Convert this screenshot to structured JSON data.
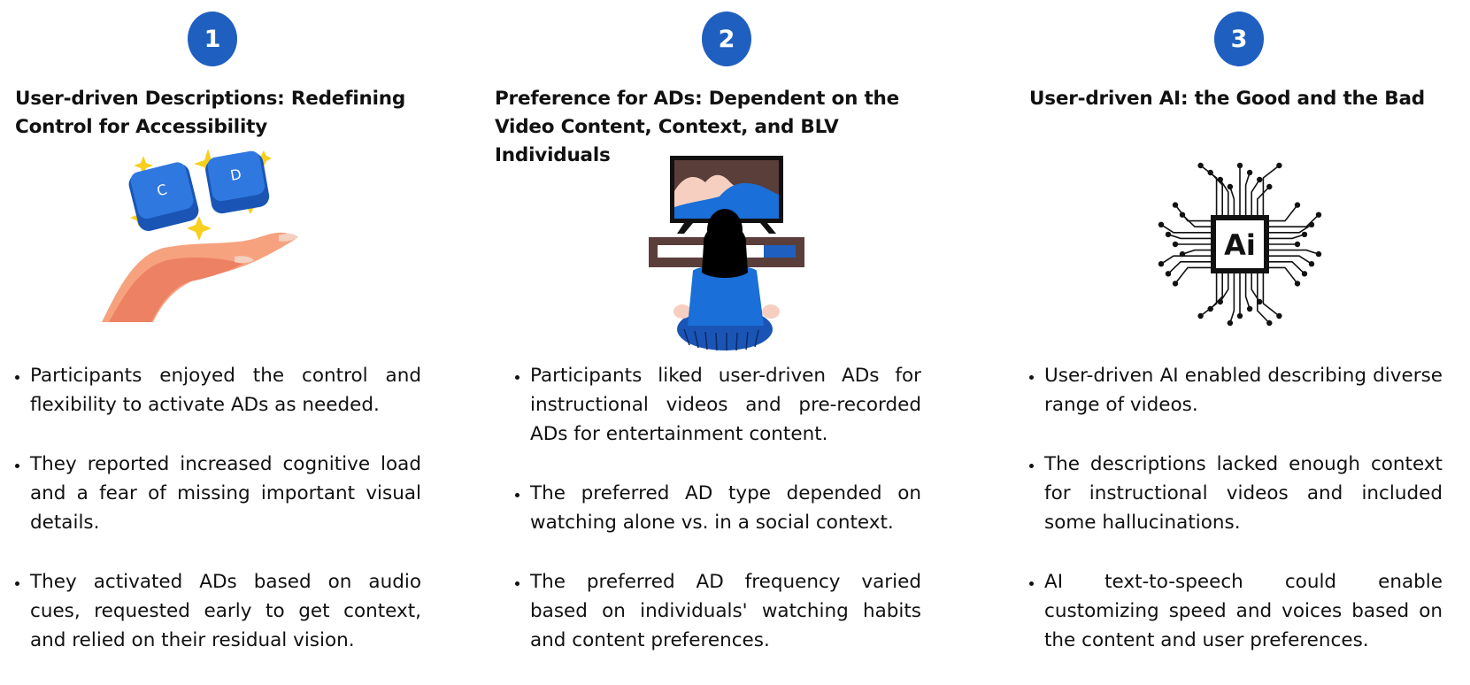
{
  "colors": {
    "badge": "#1f5fbf",
    "icon_blue": "#1a6fd8",
    "sparkle": "#f7cf1d",
    "skin": "#f7a27f"
  },
  "columns": [
    {
      "number": "1",
      "title": "User-driven Descriptions: Redefining Control for Accessibility",
      "illustration": "hand-with-keycaps-icon",
      "keycaps": [
        "C",
        "D"
      ],
      "points": [
        "Participants enjoyed the control and flexibility to activate ADs as needed.",
        "They reported increased cognitive load and a fear of missing important visual details.",
        "They activated ADs based on audio cues, requested early to get context, and relied on their residual vision."
      ]
    },
    {
      "number": "2",
      "title": "Preference for ADs: Dependent on the Video Content, Context, and BLV Individuals",
      "illustration": "person-watching-tv-icon",
      "points": [
        "Participants liked user-driven ADs for instructional videos and pre-recorded ADs for entertainment content.",
        "The preferred AD type depended on watching alone vs. in a social context.",
        "The preferred AD frequency varied based on individuals' watching habits and content preferences."
      ]
    },
    {
      "number": "3",
      "title": "User-driven AI: the Good and the Bad",
      "illustration": "ai-chip-icon",
      "chip_label": "Ai",
      "points": [
        "User-driven AI enabled describing diverse range of videos.",
        "The descriptions lacked enough context for instructional videos and included some hallucinations.",
        "AI text-to-speech could enable customizing speed and voices based on the content and user preferences."
      ]
    }
  ]
}
